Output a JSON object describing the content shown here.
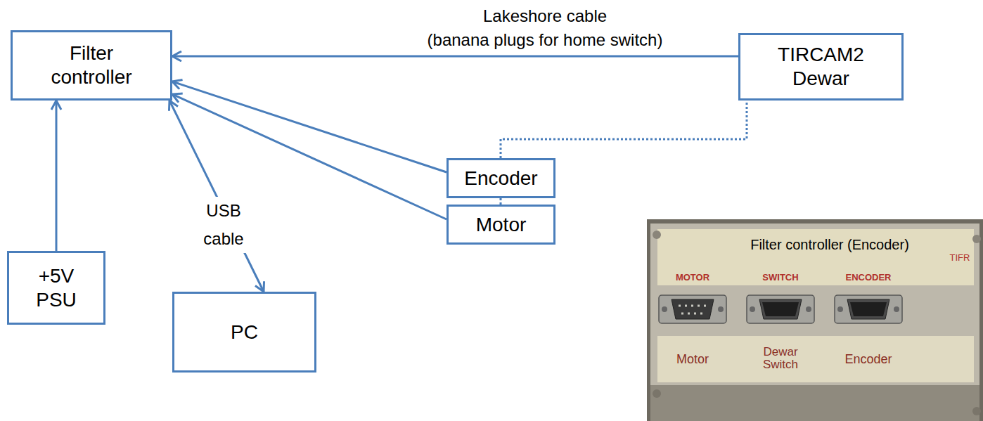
{
  "diagram": {
    "nodes": [
      {
        "text": [
          "Filter controller"
        ]
      },
      {
        "text": [
          "TIRCAM2 Dewar"
        ]
      },
      {
        "text": [
          "Encoder"
        ]
      },
      {
        "text": [
          "Motor"
        ]
      },
      {
        "text": [
          "+5V PSU"
        ]
      },
      {
        "text": [
          "PC"
        ]
      }
    ],
    "edges": [
      {
        "from": 1,
        "to": 0,
        "arrow": "to",
        "label": "Lakeshore cable (banana plugs for home switch)"
      },
      {
        "from": 2,
        "to": 0,
        "arrow": "to"
      },
      {
        "from": 3,
        "to": 0,
        "arrow": "to"
      },
      {
        "from": 4,
        "to": 0,
        "arrow": "to"
      },
      {
        "from": 0,
        "to": 5,
        "arrow": "both",
        "label": "USB cable"
      },
      {
        "from": 2,
        "to": 1,
        "arrow": "none"
      },
      {
        "from": 2,
        "to": 3,
        "arrow": "none"
      }
    ],
    "labels": [
      "Filter controller (Encoder)",
      "TIFR",
      "MOTOR",
      "SWITCH",
      "ENCODER",
      "Motor",
      "Dewar Switch",
      "Encoder"
    ]
  }
}
